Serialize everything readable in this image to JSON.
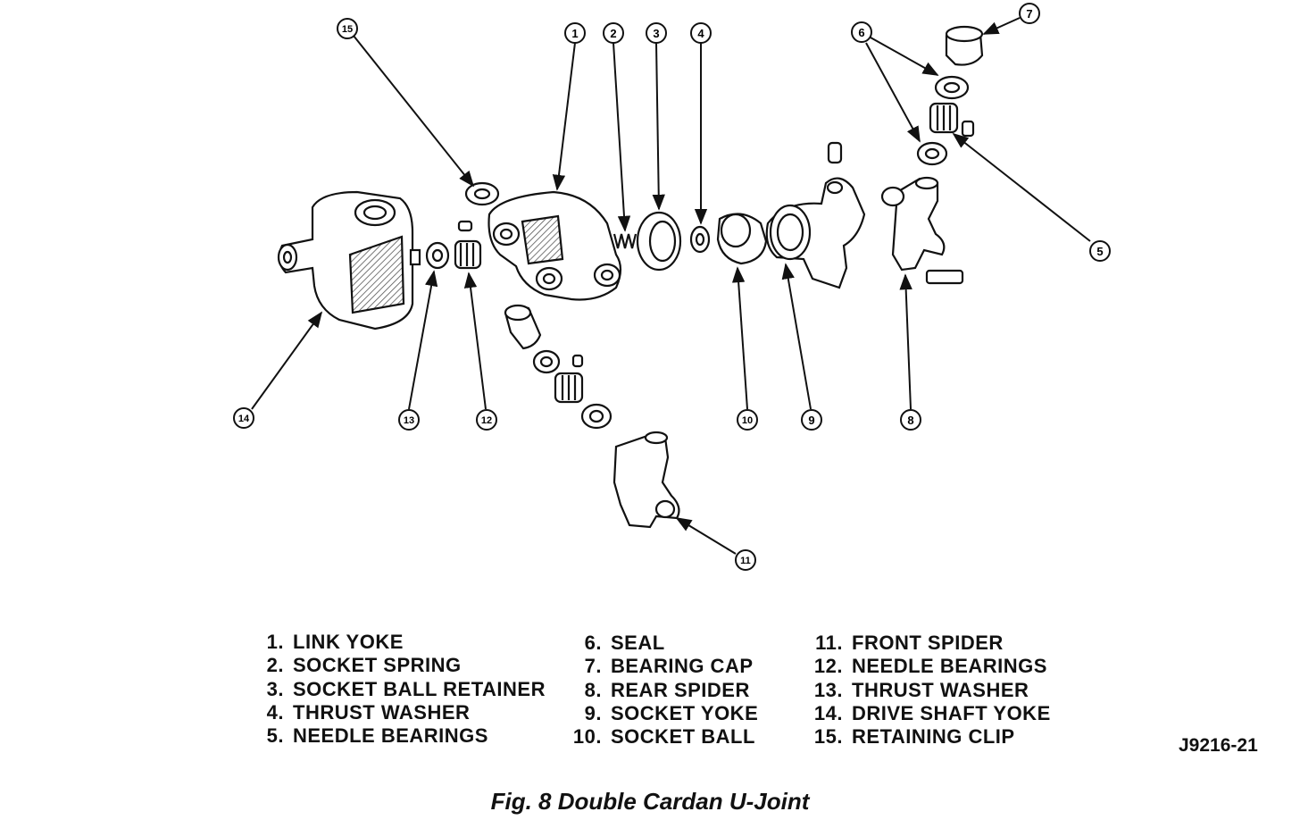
{
  "callouts": [
    "1",
    "2",
    "3",
    "4",
    "5",
    "6",
    "7",
    "8",
    "9",
    "10",
    "11",
    "12",
    "13",
    "14",
    "15"
  ],
  "legend": [
    {
      "num": "1.",
      "label": "LINK YOKE"
    },
    {
      "num": "2.",
      "label": "SOCKET SPRING"
    },
    {
      "num": "3.",
      "label": "SOCKET BALL RETAINER"
    },
    {
      "num": "4.",
      "label": "THRUST WASHER"
    },
    {
      "num": "5.",
      "label": "NEEDLE BEARINGS"
    },
    {
      "num": "6.",
      "label": "SEAL"
    },
    {
      "num": "7.",
      "label": "BEARING CAP"
    },
    {
      "num": "8.",
      "label": "REAR SPIDER"
    },
    {
      "num": "9.",
      "label": "SOCKET YOKE"
    },
    {
      "num": "10.",
      "label": "SOCKET BALL"
    },
    {
      "num": "11.",
      "label": "FRONT SPIDER"
    },
    {
      "num": "12.",
      "label": "NEEDLE BEARINGS"
    },
    {
      "num": "13.",
      "label": "THRUST WASHER"
    },
    {
      "num": "14.",
      "label": "DRIVE SHAFT YOKE"
    },
    {
      "num": "15.",
      "label": "RETAINING CLIP"
    }
  ],
  "figure_code": "J9216-21",
  "caption": "Fig. 8 Double Cardan U-Joint"
}
